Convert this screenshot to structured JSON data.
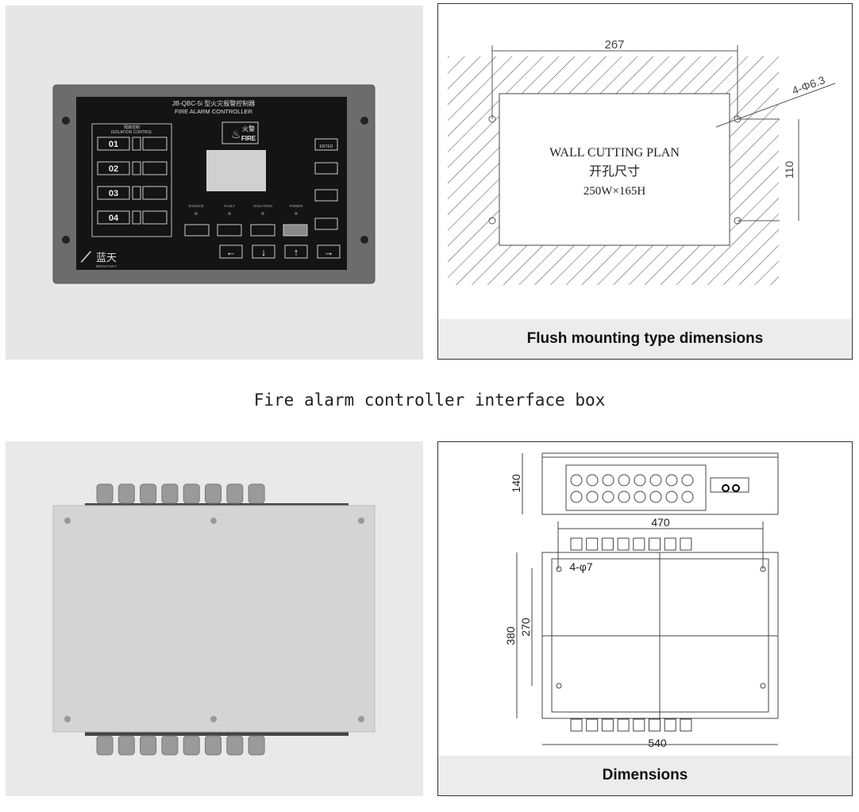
{
  "title": "Fire alarm controller interface box",
  "controller": {
    "model_cn": "JB-QBC-5i 型火灾报警控制器",
    "model_en": "FIRE ALARM CONTROLLER",
    "isolation_cn": "隔离控制",
    "isolation_en": "ISOLATION CONTROL",
    "loops": [
      "01",
      "02",
      "03",
      "04"
    ],
    "fire_cn": "火警",
    "fire_en": "FIRE",
    "indicators": [
      "SILENCE",
      "FAULT",
      "ISOLATION",
      "POWER"
    ],
    "enter": "ENTER",
    "brand_cn": "蓝天",
    "brand_en": "BRIGHTSKY"
  },
  "flush": {
    "caption": "Flush mounting type dimensions",
    "width_dim": "267",
    "height_dim": "110",
    "holes": "4-Φ6.3",
    "plan_title": "WALL CUTTING PLAN",
    "plan_cn": "开孔尺寸",
    "plan_size": "250W×165H"
  },
  "dims": {
    "caption": "Dimensions",
    "depth": "140",
    "mount_width": "470",
    "holes": "4-φ7",
    "height": "380",
    "mount_height": "270",
    "width": "540"
  }
}
